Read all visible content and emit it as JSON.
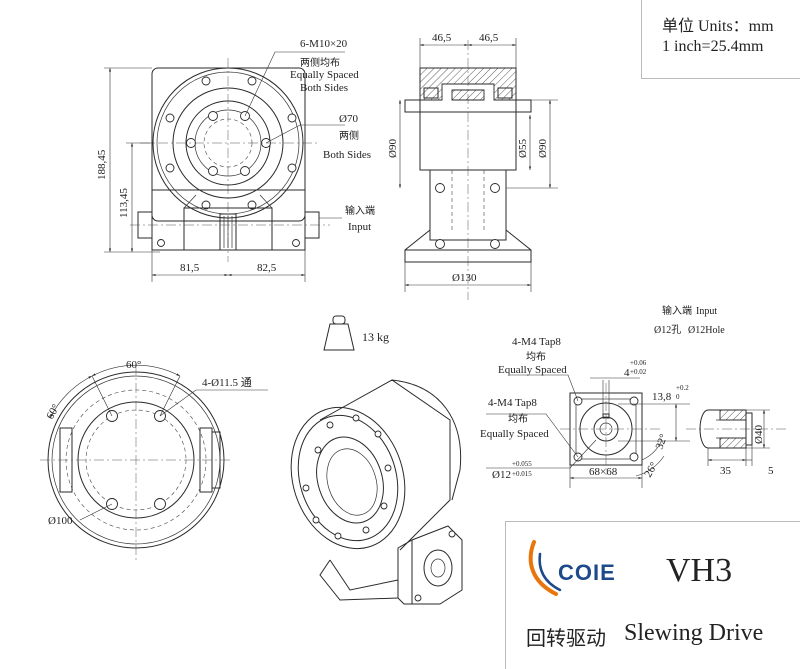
{
  "units": {
    "line1": "单位 Units：mm",
    "line2": "1 inch=25.4mm"
  },
  "brand": {
    "logo": "COIE",
    "model": "VH3",
    "product_cn": "回转驱动",
    "product_en": "Slewing Drive"
  },
  "front_view": {
    "bolt_note": "6-M10×20",
    "bolt_note_cn": "两侧均布",
    "bolt_note_en1": "Equally Spaced",
    "bolt_note_en2": "Both Sides",
    "dia_note": "Ø70",
    "dia_note_cn": "两侧",
    "dia_note_en": "Both Sides",
    "input_cn": "输入端",
    "input_en": "Input",
    "height_total": "188,45",
    "height_center": "113,45",
    "width_left": "81,5",
    "width_right": "82,5"
  },
  "side_view": {
    "top_left": "46,5",
    "top_right": "46,5",
    "dia_left": "Ø90",
    "dia_inner": "Ø55",
    "dia_right": "Ø90",
    "base_width": "Ø130"
  },
  "weight": "13 kg",
  "bottom_view": {
    "angle_top": "60°",
    "angle_left": "60°",
    "holes": "4-Ø11.5 通",
    "dia": "Ø100"
  },
  "input_detail": {
    "title_cn": "输入端",
    "title_en": "Input",
    "hole_cn": "Ø12孔",
    "hole_en": "Ø12Hole",
    "tap1": "4-M4 Tap8",
    "tap1_cn": "均布",
    "tap1_en": "Equally Spaced",
    "tap2": "4-M4 Tap8",
    "tap2_cn": "均布",
    "tap2_en": "Equally Spaced",
    "key_dim": "4",
    "key_tol_upper": "+0.06",
    "key_tol_lower": "+0.02",
    "key_depth": "13,8",
    "key_depth_upper": "+0.2",
    "key_depth_lower": "0",
    "bore": "Ø12",
    "bore_tol_upper": "+0.055",
    "bore_tol_lower": "+0.015",
    "square": "68×68",
    "angle_a": "32°",
    "angle_b": "26°",
    "shaft_dia": "Ø40",
    "shaft_len": "35",
    "shaft_end": "5"
  }
}
